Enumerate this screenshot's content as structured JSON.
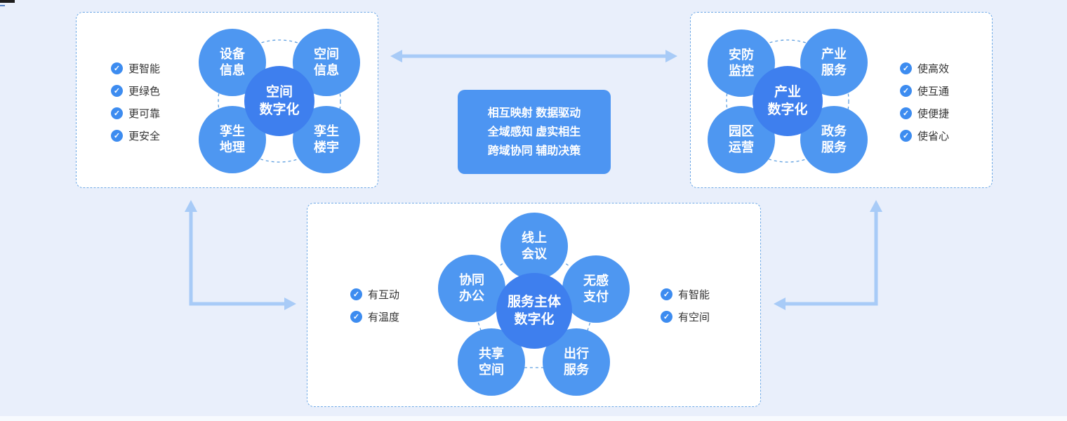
{
  "colors": {
    "background": "#E9EFFB",
    "panel_border": "#6FA9E6",
    "satellite_blue": "#4E97F1",
    "hub_blue": "#3E7FEE",
    "center_box_blue": "#4D95F2",
    "arrow_blue": "#A8CBF7",
    "check_blue": "#3D8CF0",
    "text_dark": "#333333"
  },
  "icons": {
    "check": "✓"
  },
  "center_box": {
    "text": "相互映射 数据驱动\n全域感知 虚实相生\n跨域协同 辅助决策"
  },
  "space_cluster": {
    "hub": "空间\n数字化",
    "satellites": [
      "设备\n信息",
      "空间\n信息",
      "孪生\n地理",
      "孪生\n楼宇"
    ],
    "features": [
      "更智能",
      "更绿色",
      "更可靠",
      "更安全"
    ]
  },
  "industry_cluster": {
    "hub": "产业\n数字化",
    "satellites": [
      "安防\n监控",
      "产业\n服务",
      "园区\n运营",
      "政务\n服务"
    ],
    "features": [
      "使高效",
      "使互通",
      "使便捷",
      "使省心"
    ]
  },
  "service_cluster": {
    "hub": "服务主体\n数字化",
    "satellites": [
      "线上\n会议",
      "协同\n办公",
      "无感\n支付",
      "共享\n空间",
      "出行\n服务"
    ],
    "features_left": [
      "有互动",
      "有温度"
    ],
    "features_right": [
      "有智能",
      "有空间"
    ]
  }
}
